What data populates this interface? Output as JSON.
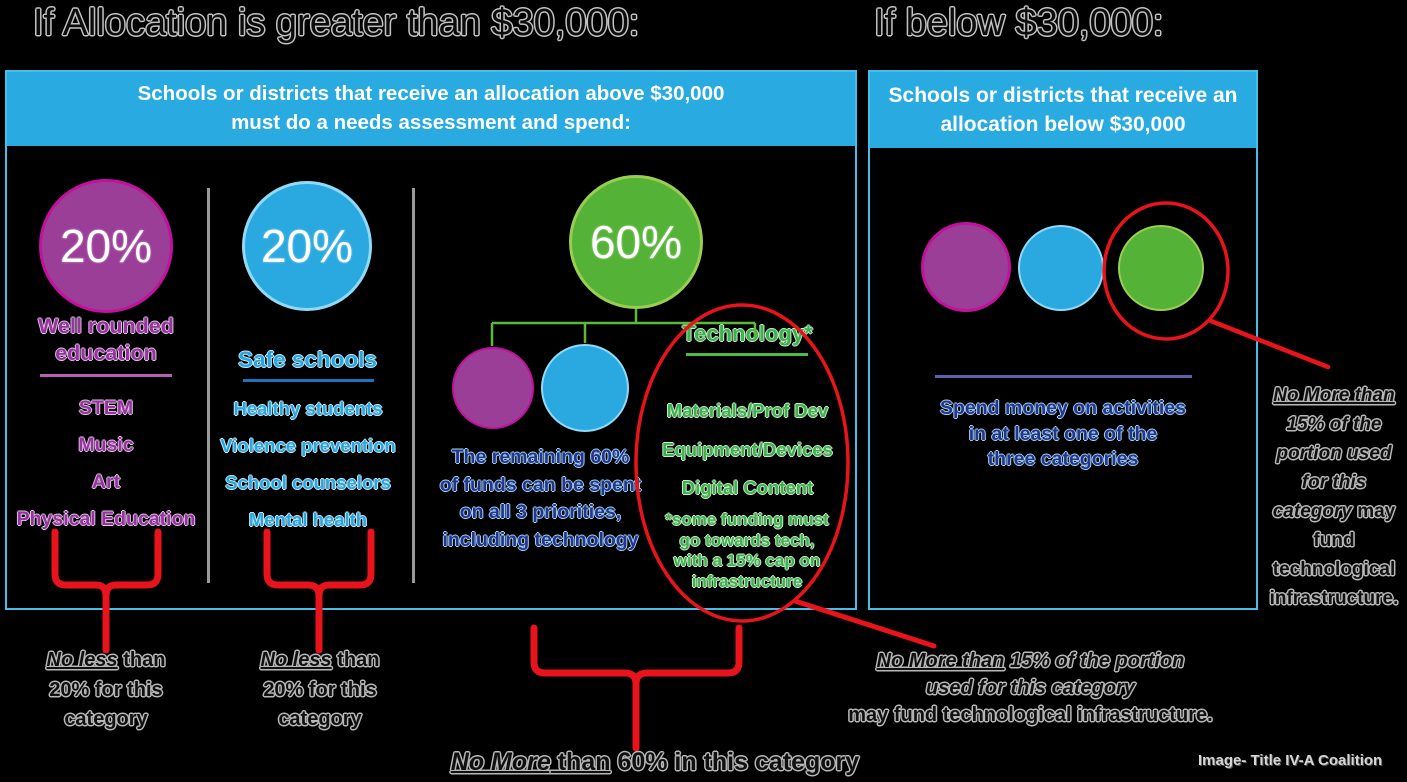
{
  "colors": {
    "background": "#000000",
    "cyan": "#29ABE2",
    "cyan_border": "#45BEEA",
    "purple": "#9A3E98",
    "purple_rim": "#C2119C",
    "blue": "#2AA9E0",
    "blue_rim": "#90DAF6",
    "green": "#54B236",
    "green_rim": "#9ACD50",
    "green_text": "#3EB14D",
    "dark_blue_text": "#27348B",
    "red": "#E8131B",
    "divider_gray": "#999999",
    "note_rule": "#5A62AC"
  },
  "titles": {
    "left": "If Allocation is greater than $30,000:",
    "right": "If below $30,000:"
  },
  "left_panel": {
    "header": {
      "line1_pre": "Schools or districts that receive an allocation ",
      "line1_bold": "above",
      "line1_post": " $30,000",
      "line2": "must do a needs assessment and spend:"
    },
    "columns": [
      {
        "percent": "20%",
        "title": "Well rounded education",
        "items": [
          "STEM",
          "Music",
          "Art",
          "Physical Education"
        ]
      },
      {
        "percent": "20%",
        "title": "Safe schools",
        "items": [
          "Healthy students",
          "Violence prevention",
          "School counselors",
          "Mental health"
        ]
      },
      {
        "percent": "60%",
        "caption": "The remaining 60%\nof funds can be spent\non all 3 priorities,\nincluding technology"
      }
    ],
    "technology": {
      "title": "Technology*",
      "items": [
        "Materials/Prof Dev",
        "Equipment/Devices",
        "Digital Content"
      ],
      "note": "*some funding must\ngo towards tech,\nwith a 15% cap on\ninfrastructure"
    }
  },
  "right_panel": {
    "header": {
      "line1": "Schools or districts that receive an",
      "line2_pre": "allocation ",
      "line2_bold": "below",
      "line2_post": " $30,000"
    },
    "caption": "Spend money on activities\nin at least one of the\nthree categories"
  },
  "annotations": {
    "brace_left_1": {
      "em": "No less",
      "rest": " than 20% for this category"
    },
    "brace_left_2": {
      "em": "No less",
      "rest": " than 20% for this category"
    },
    "brace_60": {
      "em": "No More",
      "ul": " than",
      "rest": " 60% in this category"
    },
    "note_60_cap": {
      "line1_em": "No More than",
      "line1_it": " 15% of the portion",
      "line2_it": "used for this category",
      "line3": "may fund technological infrastructure."
    },
    "note_15_right": {
      "em": "No More than",
      "it": " 15% of the portion used for this category",
      "rest": " may fund technological infrastructure."
    }
  },
  "credit": "Image- Title IV-A Coalition"
}
